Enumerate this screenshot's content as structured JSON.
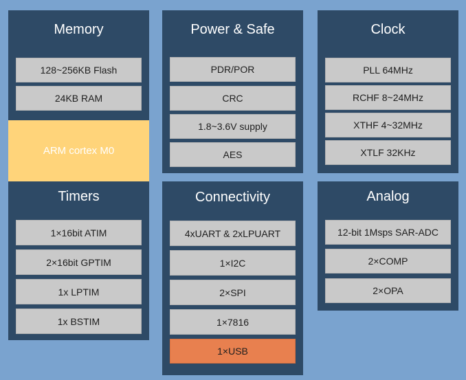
{
  "memory": {
    "title": "Memory",
    "items": [
      "128~256KB Flash",
      "24KB RAM"
    ]
  },
  "core": {
    "label": "ARM cortex M0"
  },
  "timers": {
    "title": "Timers",
    "items": [
      "1×16bit ATIM",
      "2×16bit GPTIM",
      "1x LPTIM",
      "1x BSTIM"
    ]
  },
  "power": {
    "title": "Power & Safe",
    "items": [
      "PDR/POR",
      "CRC",
      "1.8~3.6V supply",
      "AES"
    ]
  },
  "connectivity": {
    "title": "Connectivity",
    "items": [
      "4xUART & 2xLPUART",
      "1×I2C",
      "2×SPI",
      "1×7816",
      "1×USB"
    ]
  },
  "clock": {
    "title": "Clock",
    "items": [
      "PLL 64MHz",
      "RCHF 8~24MHz",
      "XTHF 4~32MHz",
      "XTLF 32KHz"
    ]
  },
  "analog": {
    "title": "Analog",
    "items": [
      "12-bit 1Msps SAR-ADC",
      "2×COMP",
      "2×OPA"
    ]
  },
  "colors": {
    "background": "#7aa3cf",
    "panel": "#2e4a66",
    "item": "#c9c9c9",
    "core": "#ffd47a",
    "usb": "#e8804f"
  }
}
